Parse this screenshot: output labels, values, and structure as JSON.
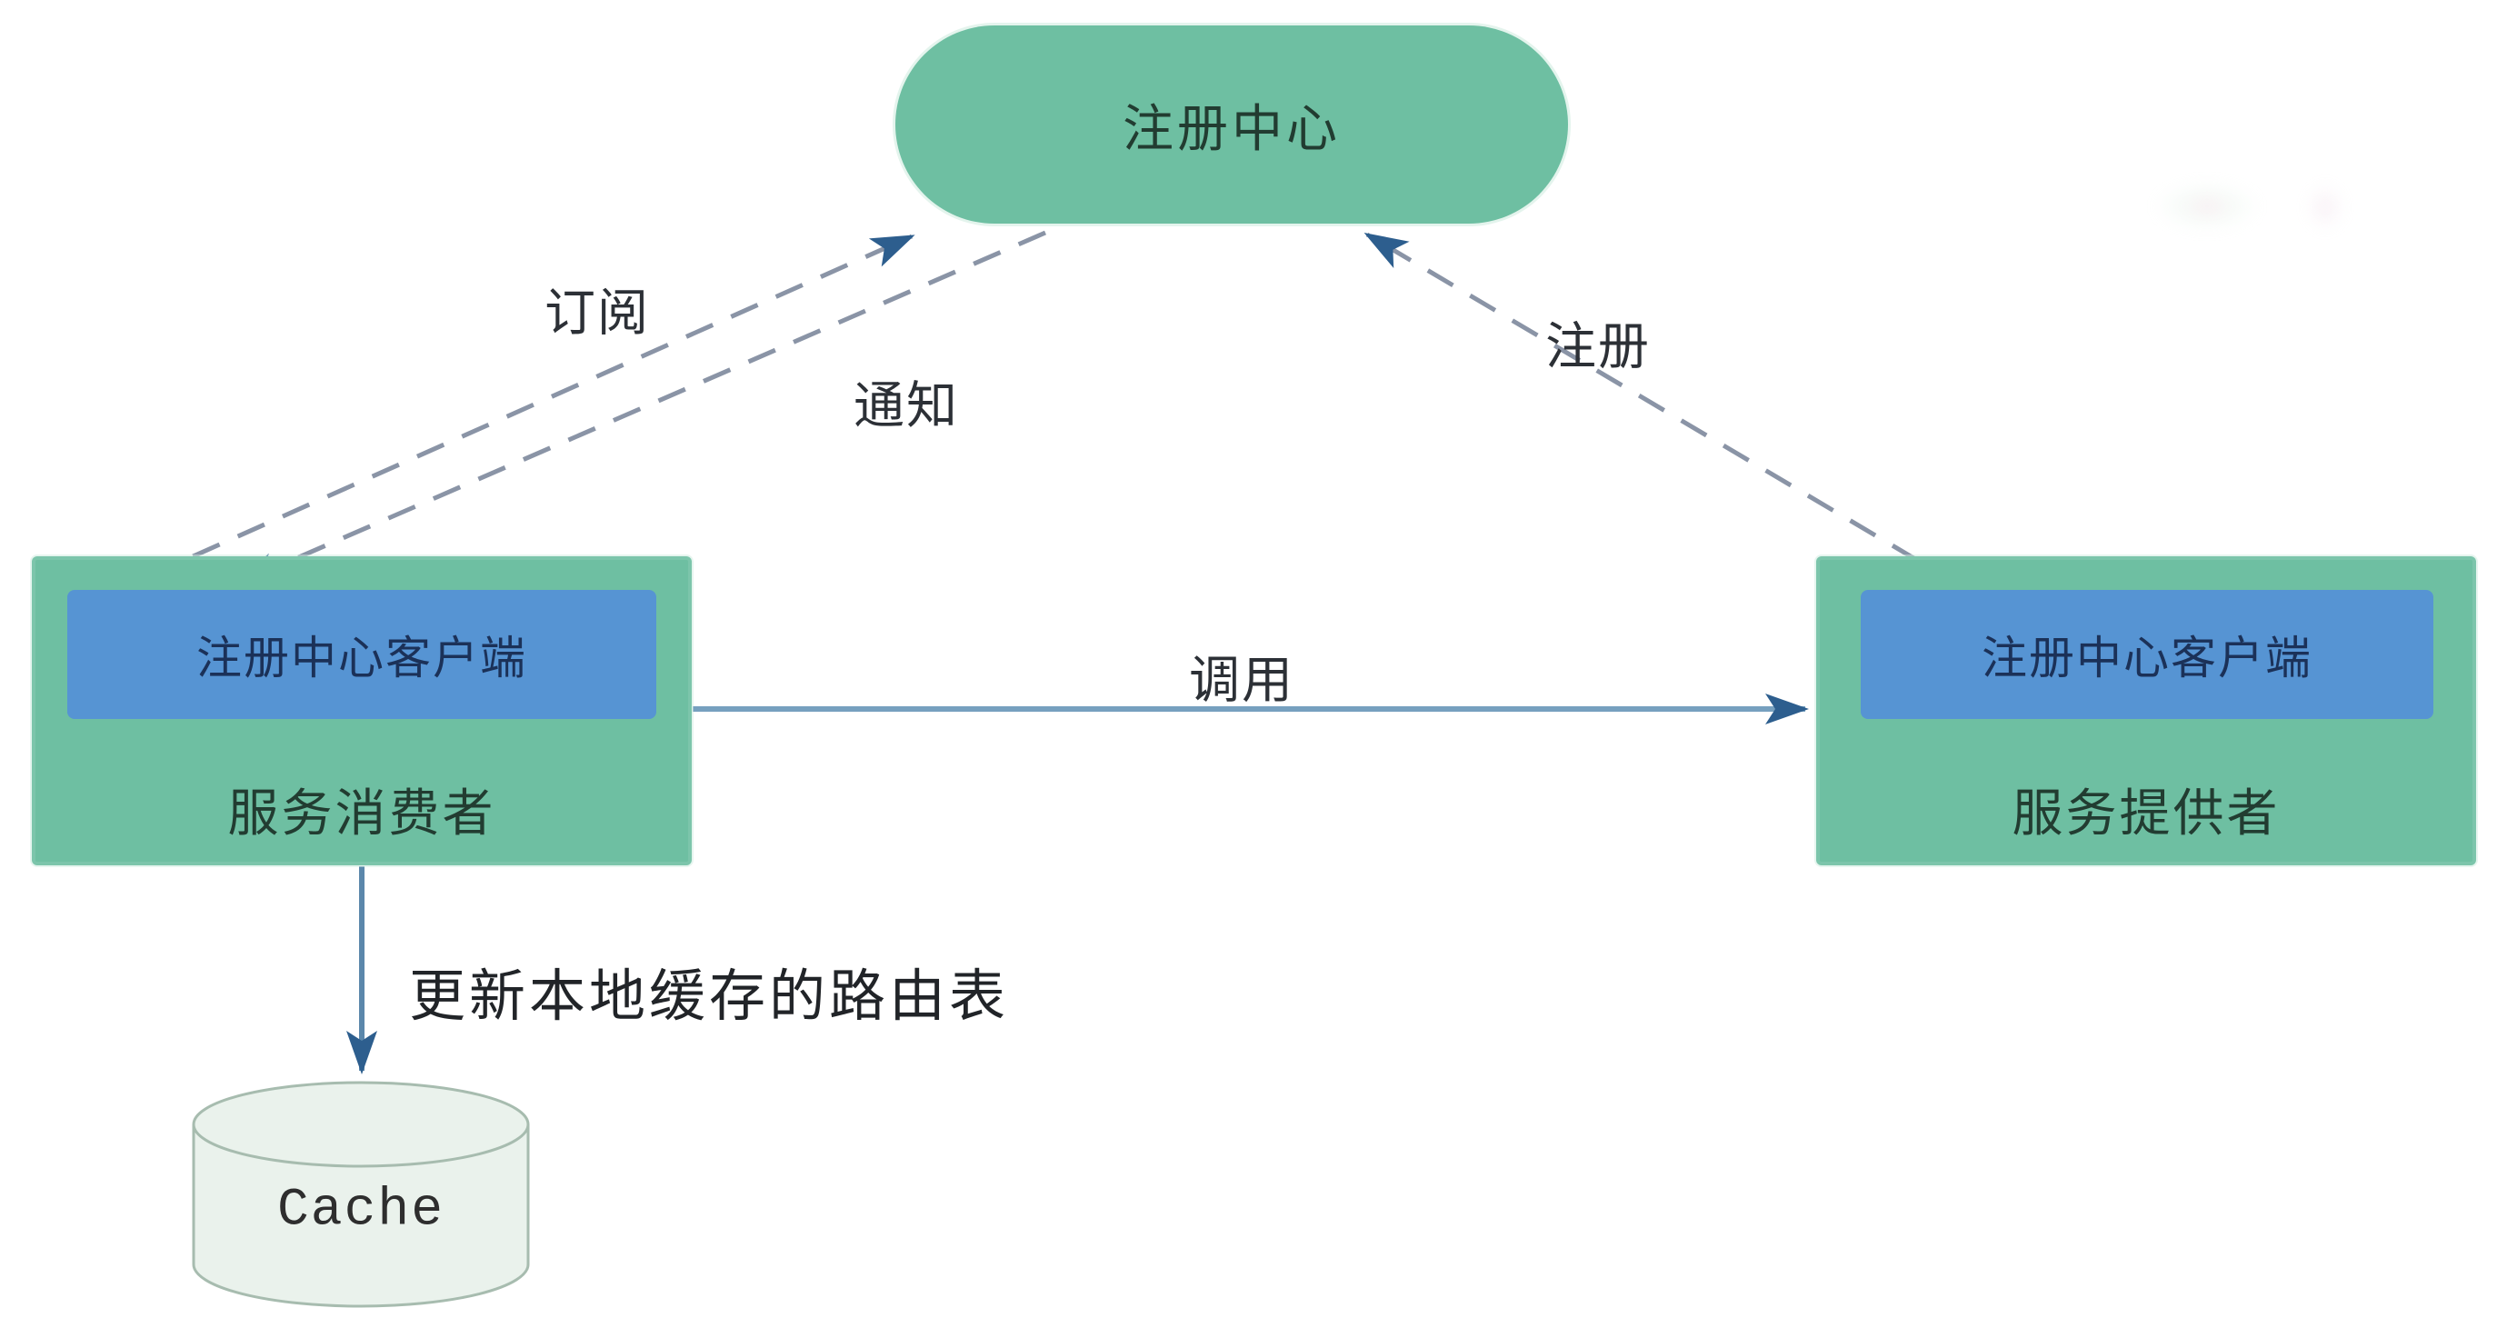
{
  "diagram": {
    "registry": {
      "label": "注册中心"
    },
    "consumer": {
      "client_label": "注册中心客户端",
      "role_label": "服务消费者"
    },
    "provider": {
      "client_label": "注册中心客户端",
      "role_label": "服务提供者"
    },
    "cache": {
      "label": "Cache"
    },
    "edges": {
      "subscribe": {
        "label": "订阅",
        "style": "dashed",
        "from": "consumer",
        "to": "registry"
      },
      "notify": {
        "label": "通知",
        "style": "dashed",
        "from": "registry",
        "to": "consumer"
      },
      "register": {
        "label": "注册",
        "style": "dashed",
        "from": "provider",
        "to": "registry"
      },
      "invoke": {
        "label": "调用",
        "style": "solid",
        "from": "consumer",
        "to": "provider"
      },
      "update_cache": {
        "label": "更新本地缓存的路由表",
        "style": "solid",
        "from": "consumer",
        "to": "cache"
      }
    },
    "colors": {
      "page_bg": "#ffffff",
      "node_green": "#6ebfa2",
      "client_blue": "#5694d3",
      "dark_green_text": "#223c31",
      "client_text": "#1b3158",
      "annotation_text": "#2c3036",
      "dash_line": "#8a94a6",
      "solid_line": "#76a0bf",
      "down_line": "#5b87ab",
      "arrow_head": "#2d5e8e",
      "cylinder_fill": "#eaf2ec",
      "cylinder_stroke": "#a7bcaf"
    }
  }
}
